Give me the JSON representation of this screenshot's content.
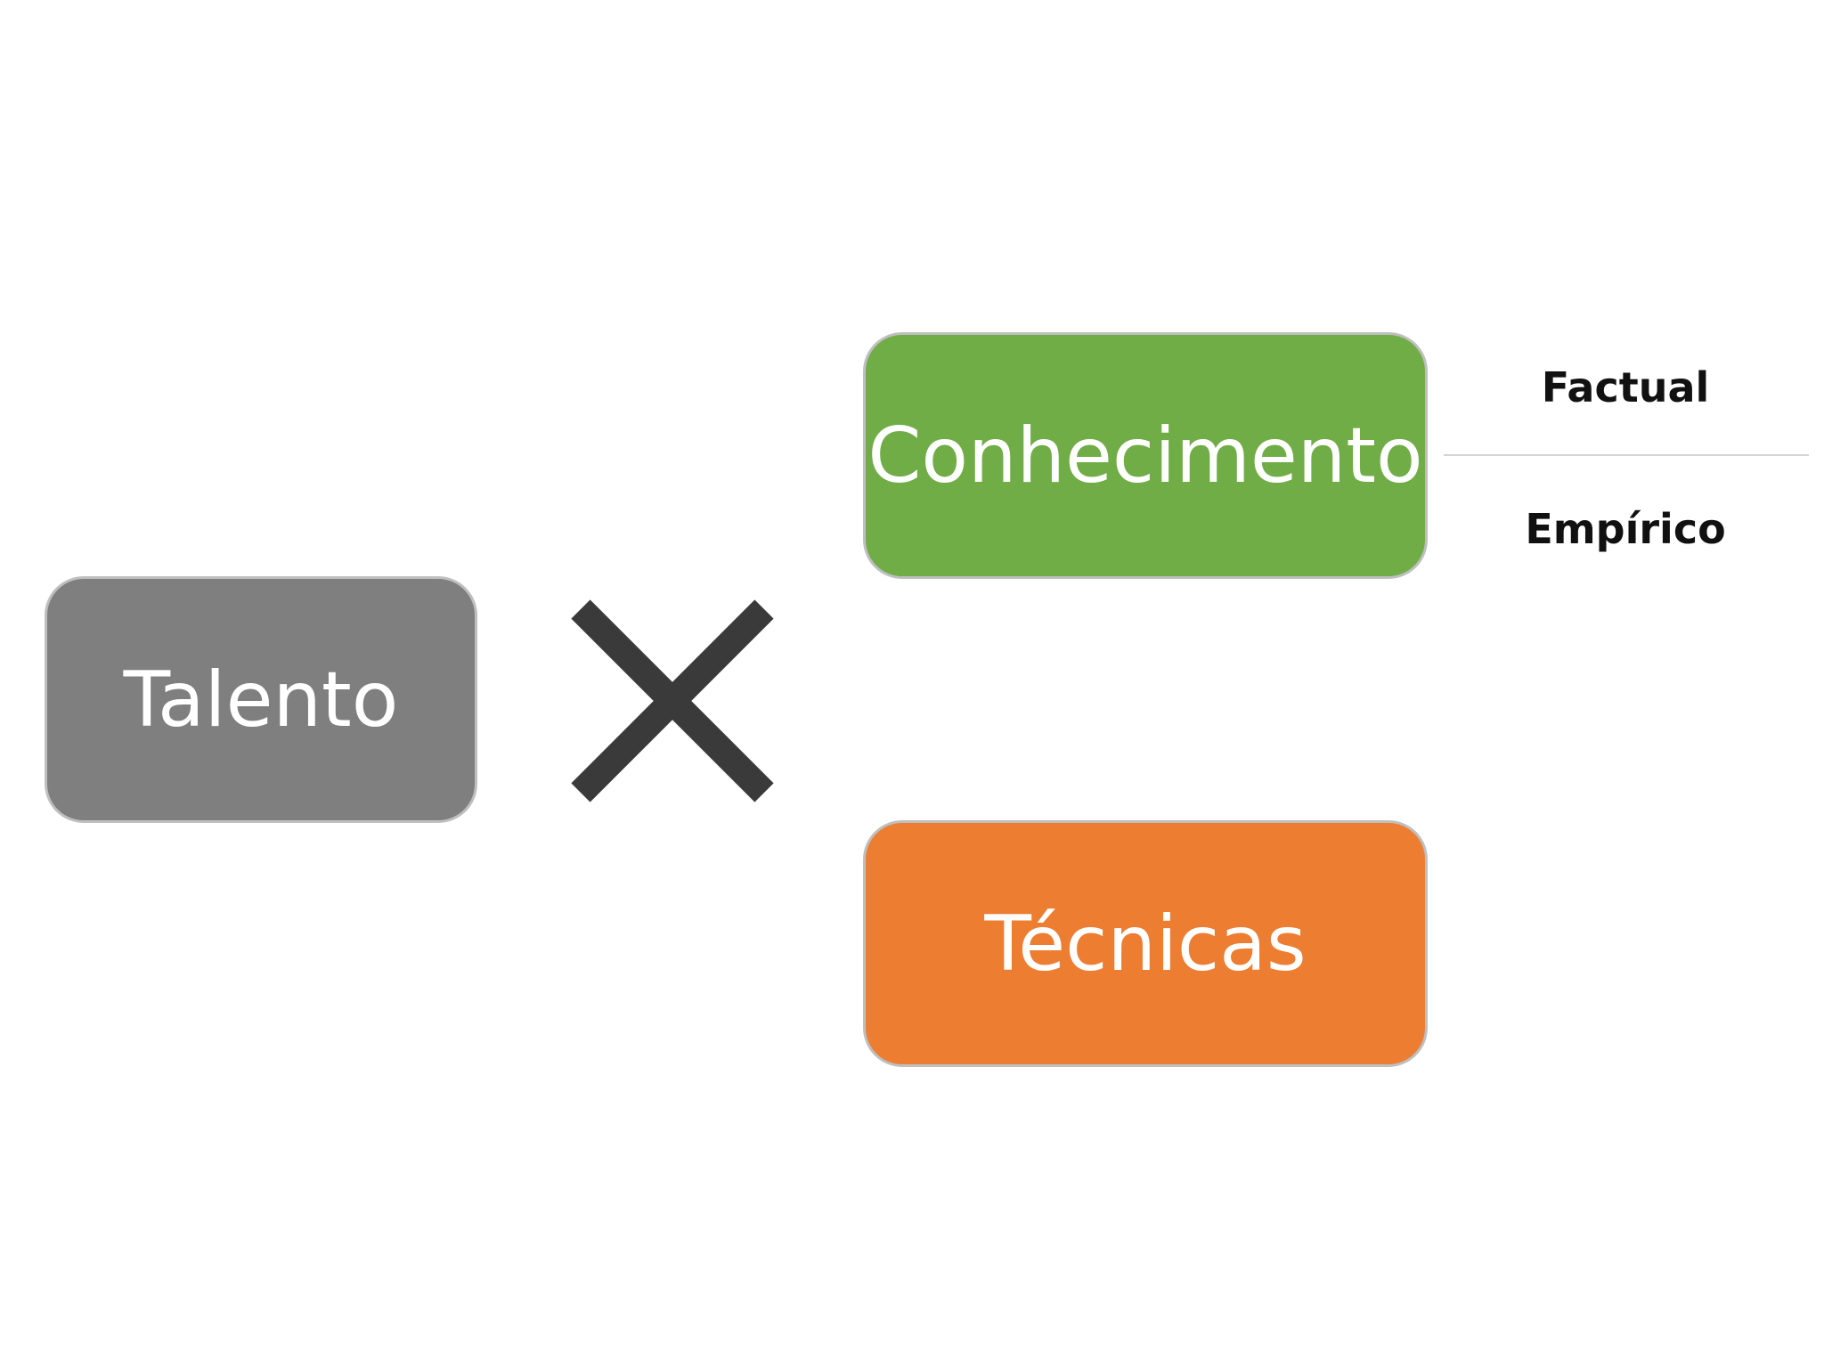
{
  "boxes": {
    "talento": {
      "label": "Talento",
      "color": "#7f7f7f"
    },
    "conhecimento": {
      "label": "Conhecimento",
      "color": "#70ad47"
    },
    "tecnicas": {
      "label": "Técnicas",
      "color": "#ed7d31"
    }
  },
  "operator": {
    "icon": "multiply-icon",
    "color": "#3a3a3a"
  },
  "knowledge_types": {
    "top": "Factual",
    "bottom": "Empírico",
    "divider_color": "#d4d4d4"
  }
}
